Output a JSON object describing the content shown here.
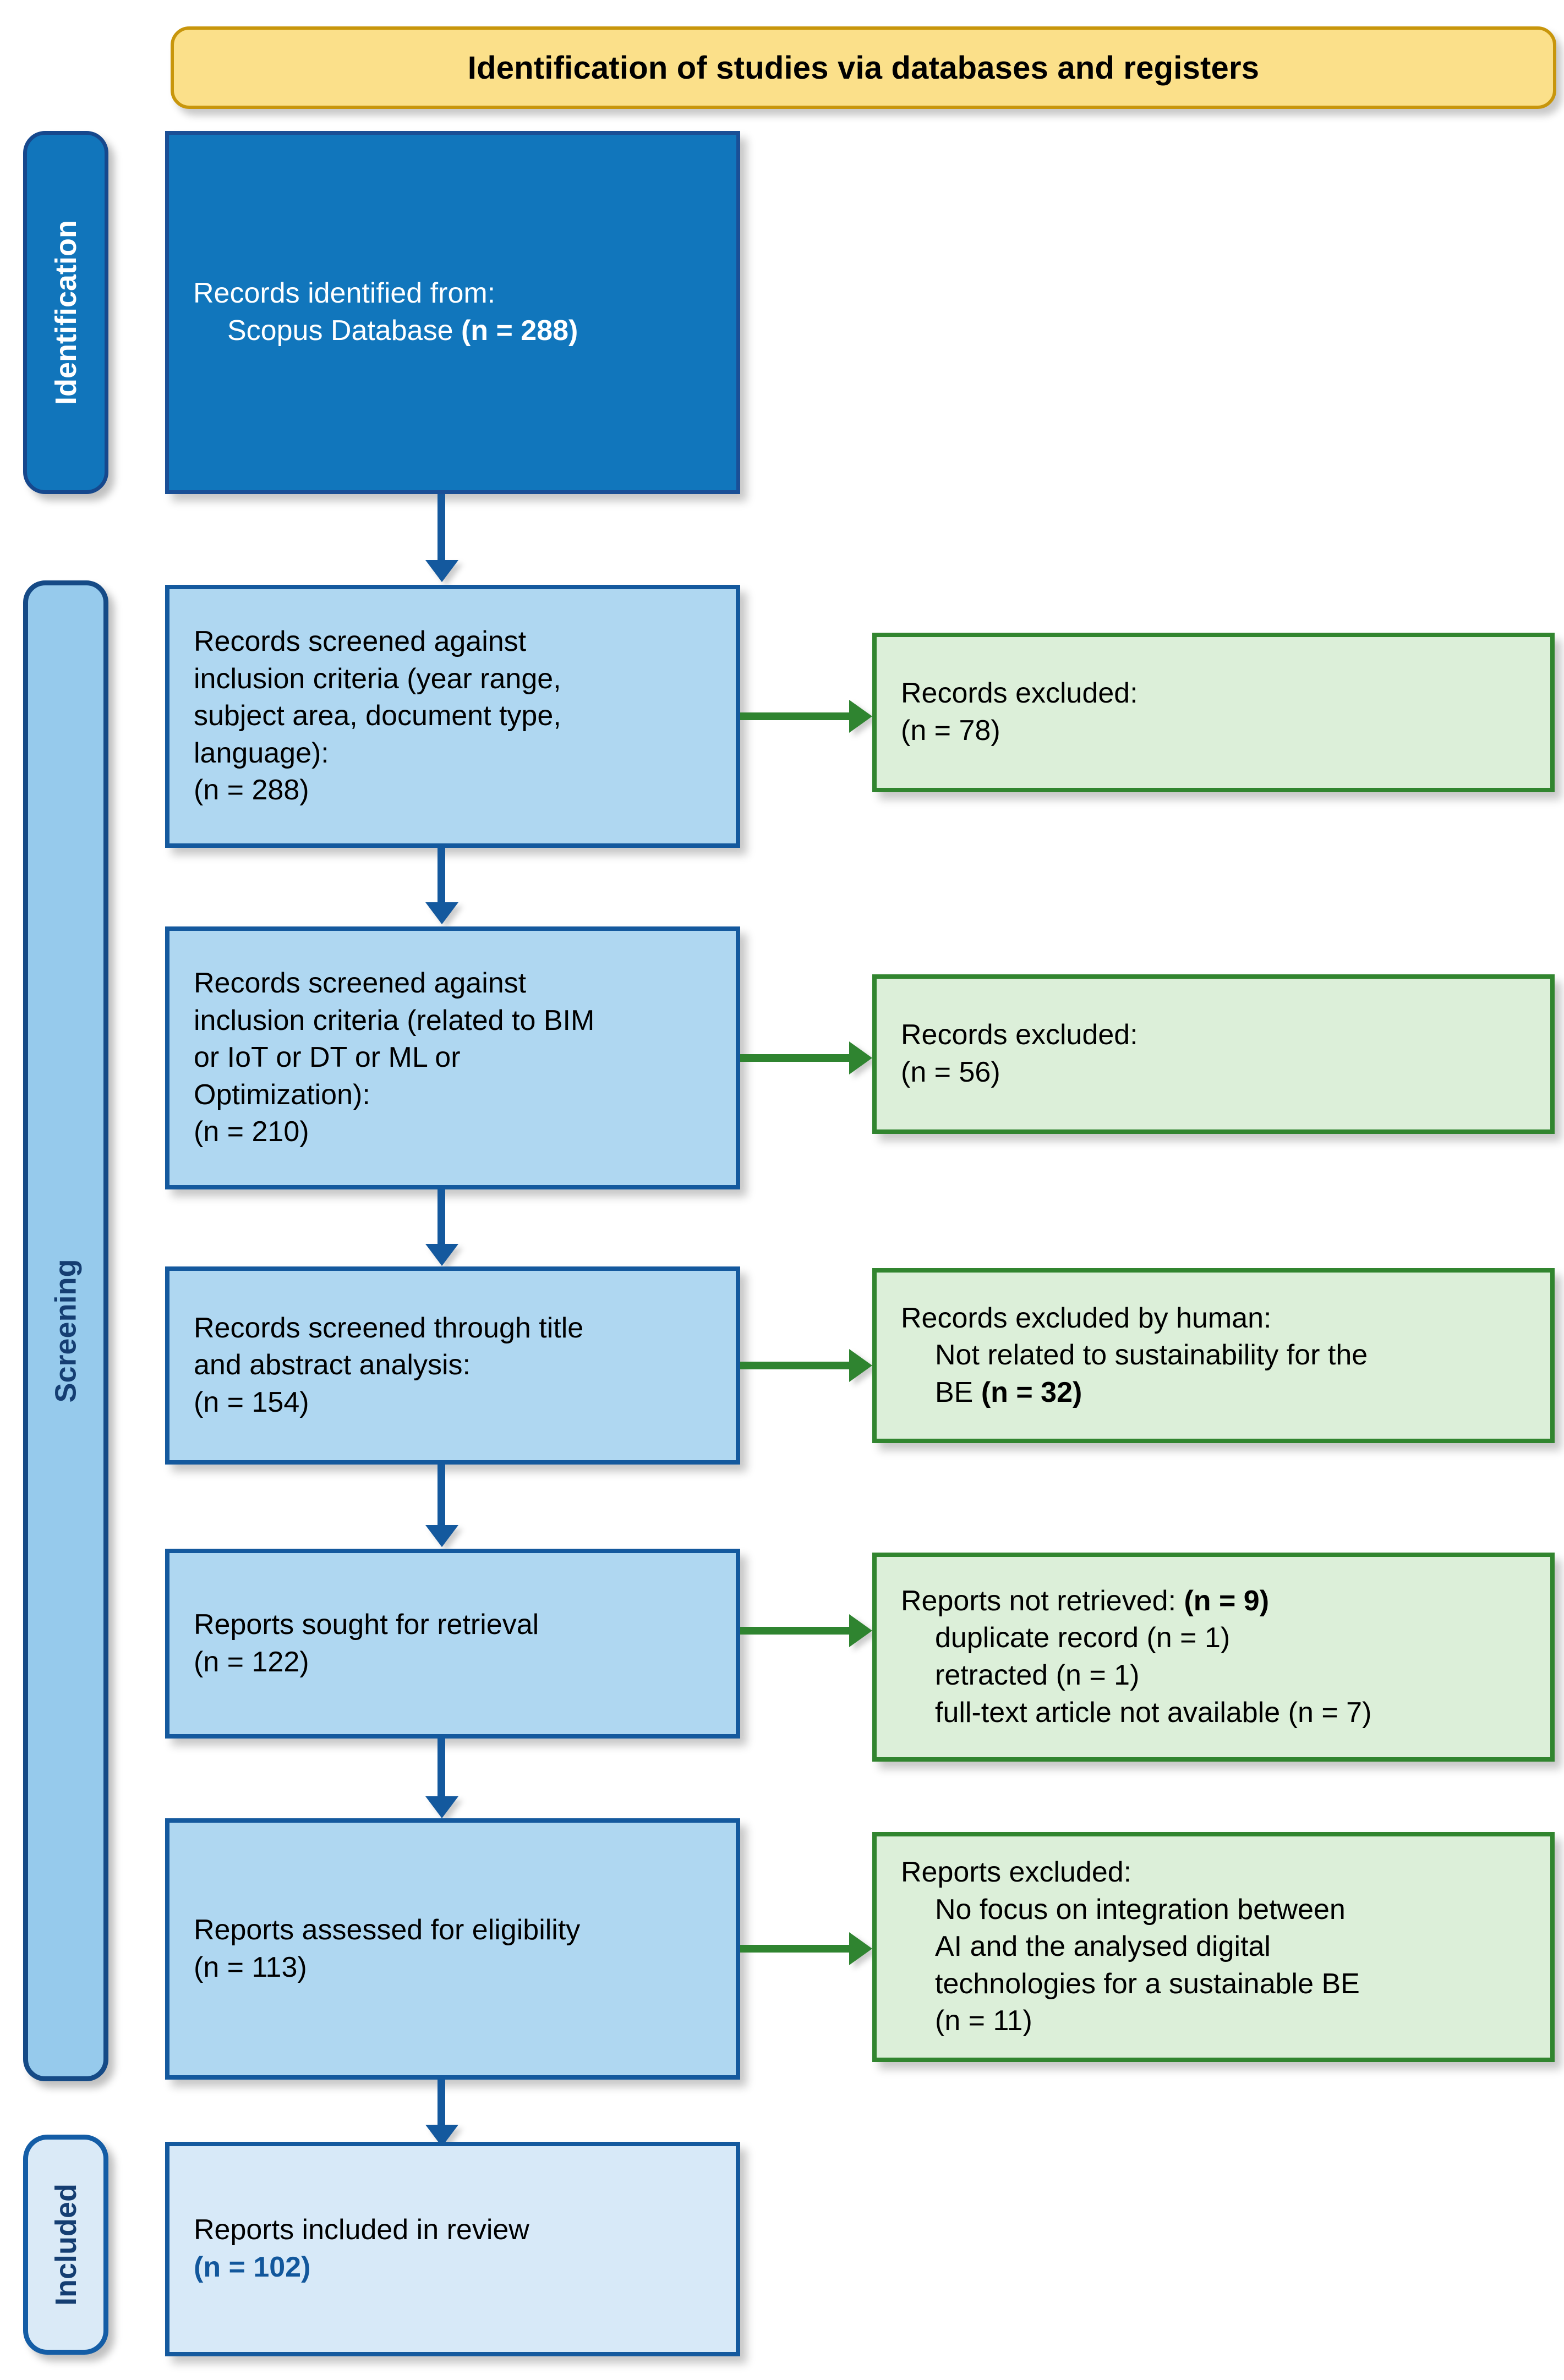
{
  "banner": {
    "title": "Identification of studies via databases and registers"
  },
  "rails": {
    "identification": "Identification",
    "screening": "Screening",
    "included": "Included"
  },
  "flow": {
    "identified": {
      "line1": "Records identified from:",
      "line2_plain": "Scopus Database ",
      "line2_bold": "(n = 288)"
    },
    "screen1": {
      "line1": "Records screened against",
      "line2": "inclusion criteria (year range,",
      "line3": "subject area, document type,",
      "line4": "language):",
      "count": "(n = 288)"
    },
    "screen2": {
      "line1": "Records screened against",
      "line2": "inclusion criteria (related to BIM",
      "line3": "or IoT or DT or ML or",
      "line4": "Optimization):",
      "count": "(n = 210)"
    },
    "screen3": {
      "line1": "Records screened through title",
      "line2": "and abstract analysis:",
      "count": "(n = 154)"
    },
    "sought": {
      "line1": "Reports sought for retrieval",
      "count": "(n = 122)"
    },
    "assessed": {
      "line1": "Reports assessed for eligibility",
      "count": "(n = 113)"
    },
    "included": {
      "line1": "Reports included in review",
      "count": "(n = 102)"
    }
  },
  "excluded": {
    "e1": {
      "line1": "Records excluded:",
      "count": "(n = 78)"
    },
    "e2": {
      "line1": "Records excluded:",
      "count": "(n = 56)"
    },
    "e3": {
      "line1": "Records excluded by human:",
      "line2": "Not related to sustainability for the",
      "line3_plain": "BE ",
      "line3_bold": "(n = 32)"
    },
    "e4": {
      "line1_plain": "Reports not retrieved: ",
      "line1_bold": "(n = 9)",
      "line2": "duplicate record (n = 1)",
      "line3": "retracted (n = 1)",
      "line4": "full-text article not available (n = 7)"
    },
    "e5": {
      "line1": "Reports excluded:",
      "line2": "No focus on integration between",
      "line3": "AI and the analysed digital",
      "line4": "technologies for a sustainable BE",
      "count": "(n = 11)"
    }
  },
  "colors": {
    "banner_fill": "#FBE08A",
    "banner_border": "#C8960C",
    "identify_fill": "#1176BC",
    "screen_fill": "#AFD7F1",
    "included_fill": "#D7E9F8",
    "box_border_blue": "#14599E",
    "excluded_fill": "#DCEFD9",
    "excluded_border": "#31852F",
    "arrow_blue": "#14599E",
    "arrow_green": "#2F8430",
    "included_count_text": "#12579C"
  }
}
